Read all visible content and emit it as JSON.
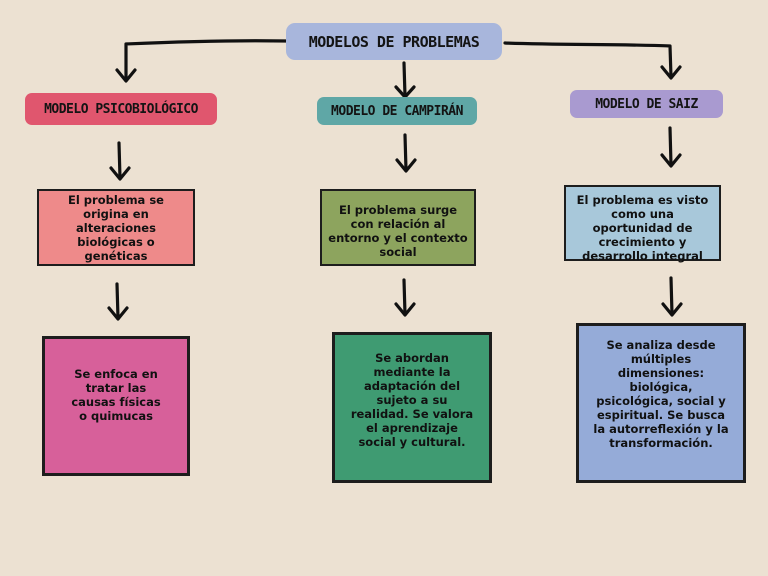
{
  "title": "MODELOS DE PROBLEMAS",
  "colors": {
    "background": "#ece1d2",
    "title_pill": "#a8b6dc",
    "psico_header": "#e0566e",
    "campiran_header": "#5fa7a6",
    "saiz_header": "#a99ad0",
    "psico_box1": "#ee8a8a",
    "psico_box2": "#d7609a",
    "campiran_box1": "#8da45e",
    "campiran_box2": "#3f9b72",
    "saiz_box1": "#a8c8da",
    "saiz_box2": "#95abd8"
  },
  "columns": [
    {
      "header": "MODELO PSICOBIOLÓGICO",
      "box1": "El problema se origina en alteraciones biológicas o genéticas",
      "box2": "Se enfoca en tratar las causas físicas o quimucas"
    },
    {
      "header": "MODELO DE CAMPIRÁN",
      "box1": "El problema surge con relación al entorno y el contexto social",
      "box2": "Se abordan mediante la adaptación del sujeto a su realidad. Se valora el aprendizaje social y cultural."
    },
    {
      "header": "MODELO DE SAIZ",
      "box1": "El problema es visto como una oportunidad de crecimiento y desarrollo integral",
      "box2": "Se analiza desde múltiples dimensiones: biológica, psicológica, social y espiritual. Se busca la autorreflexión y la transformación."
    }
  ]
}
